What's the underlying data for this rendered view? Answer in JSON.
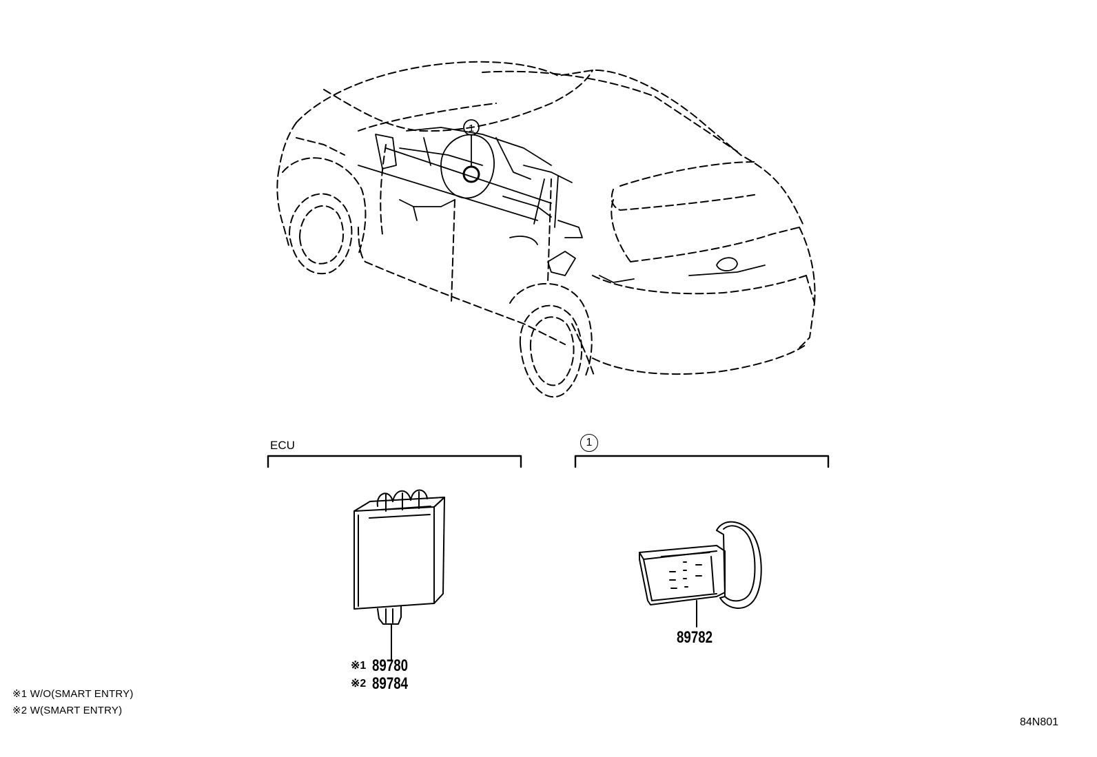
{
  "callout": "1",
  "sections": {
    "ecu": {
      "label": "ECU"
    },
    "item1": {
      "label": "1"
    }
  },
  "parts": {
    "ecu_a": {
      "mark": "※1",
      "number": "89780"
    },
    "ecu_b": {
      "mark": "※2",
      "number": "89784"
    },
    "sensor": {
      "number": "89782"
    }
  },
  "notes": [
    {
      "mark": "※1",
      "text": "W/O(SMART ENTRY)"
    },
    {
      "mark": "※2",
      "text": "W(SMART ENTRY)"
    }
  ],
  "diagram_code": "84N801"
}
